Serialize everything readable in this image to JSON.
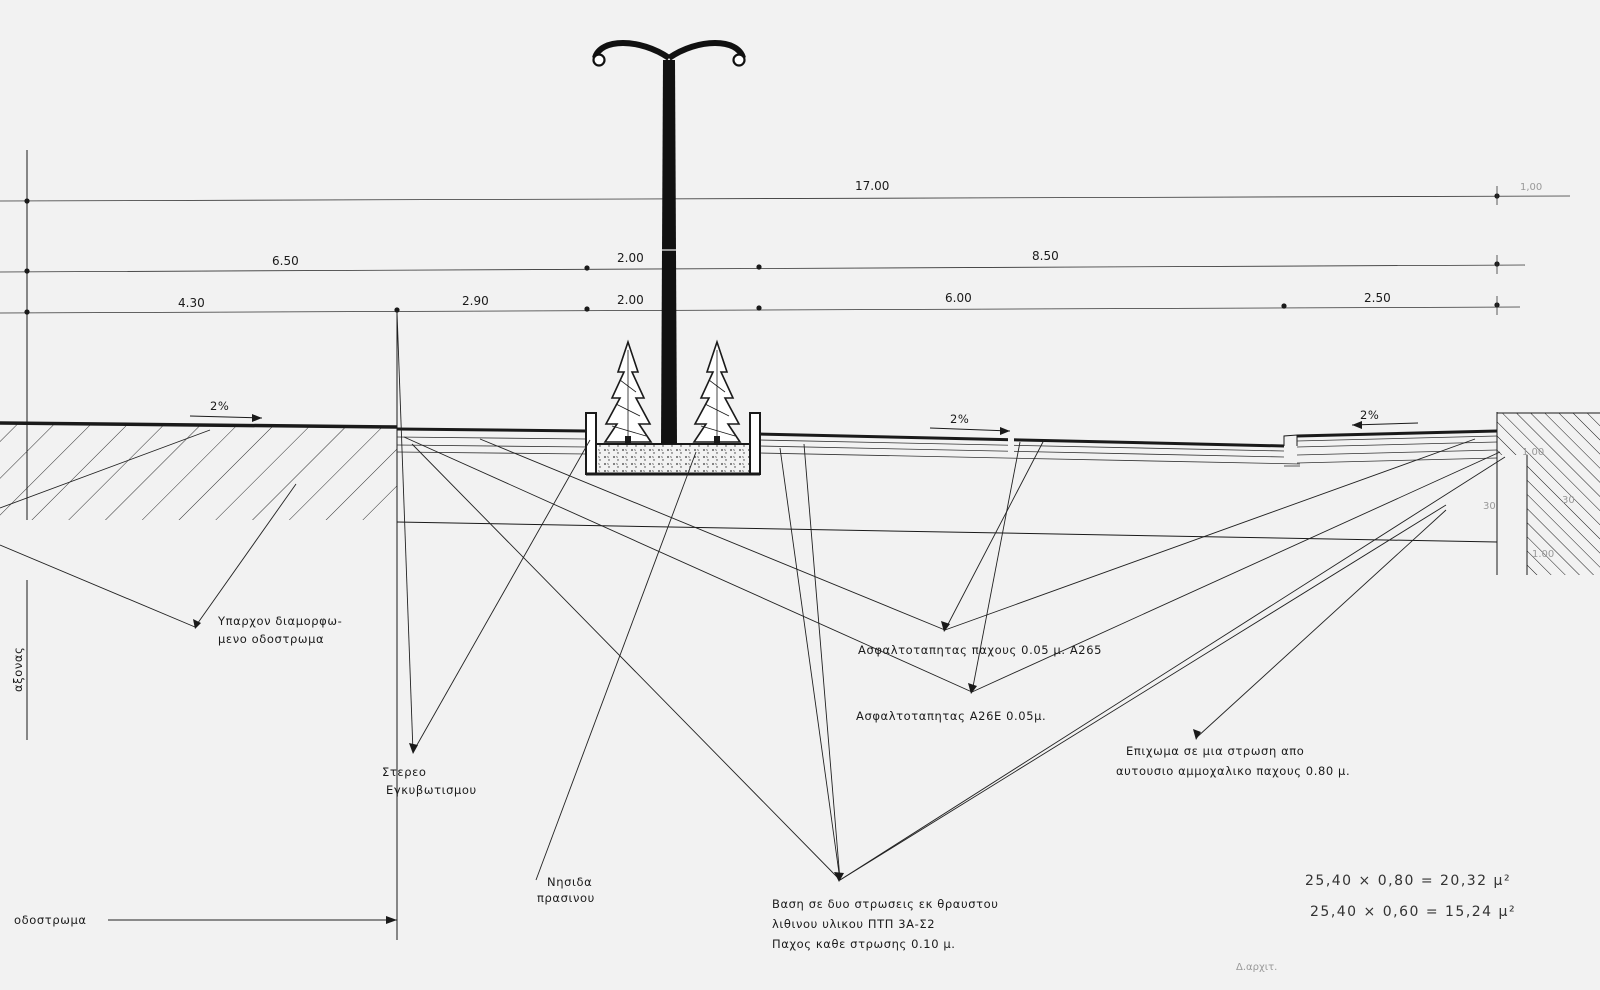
{
  "dimensions": {
    "total": "17.00",
    "row2": [
      "6.50",
      "2.00",
      "8.50"
    ],
    "row3": [
      "4.30",
      "2.90",
      "2.00",
      "6.00",
      "2.50"
    ],
    "right_top": "1,00"
  },
  "slopes": {
    "left": "2%",
    "middle": "2%",
    "right": "2%"
  },
  "labels": {
    "existing_line1": "Υπαρχον διαμορφω-",
    "existing_line2": "μενο οδοστρωμα",
    "axis": "αξονας",
    "asphalt1": "Ασφαλτοταπητας παχους 0.05 μ. Α265",
    "asphalt2": "Ασφαλτοταπητας Α26Ε 0.05μ.",
    "embankment_line1": "Επιχωμα σε μια στρωση απο",
    "embankment_line2": "αυτουσιο αμμοχαλικο παχους 0.80 μ.",
    "curb_line1": "Στερεο",
    "curb_line2": "Εγκυβωτισμου",
    "island_line1": "Νησιδα",
    "island_line2": "πρασινου",
    "base_line1": "Βαση σε δυο στρωσεις εκ θραυστου",
    "base_line2": "λιθινου υλικου ΠΤΠ 3Α-Σ2",
    "base_line3": "Παχος καθε στρωσης 0.10 μ.",
    "roadway": "οδοστρωμα"
  },
  "calculations": {
    "line1": "25,40 × 0,80 = 20,32 μ²",
    "line2": "25,40 × 0,60 = 15,24 μ²",
    "signature": "Δ.αρχιτ."
  },
  "wall_marks": [
    "1.00",
    "30",
    "30",
    "1.00"
  ]
}
